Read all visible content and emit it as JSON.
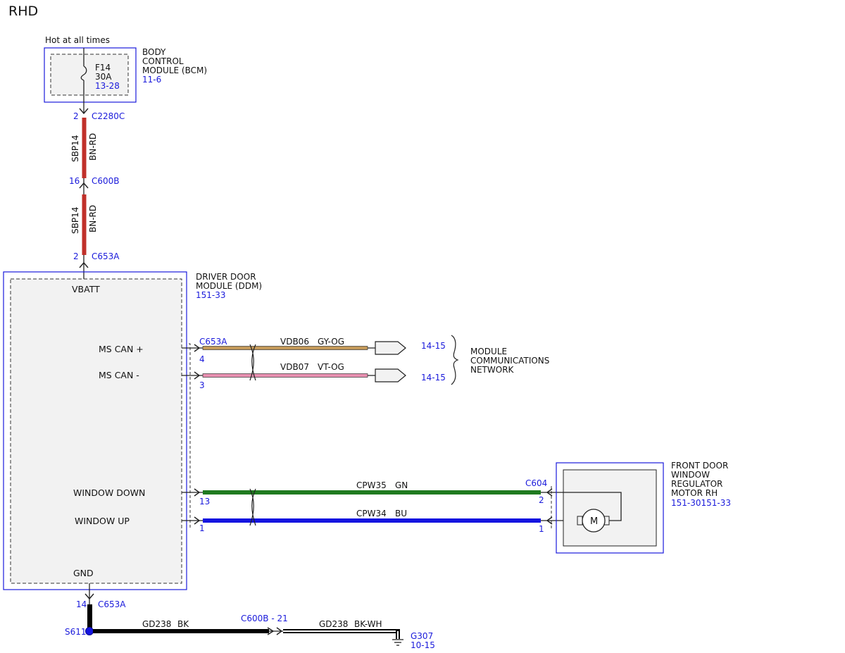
{
  "page": {
    "title": "RHD"
  },
  "colors": {
    "ref_blue": "#1a1adb",
    "bn_rd": "#c0302a",
    "gy_og": "#c49a5a",
    "vt_og": "#e88fb0",
    "gn": "#1f7a1f",
    "bu": "#1414e0",
    "bk": "#000000",
    "module_fill": "#f2f2f2"
  },
  "power": {
    "label": "Hot at all times"
  },
  "bcm": {
    "name_lines": [
      "BODY",
      "CONTROL",
      "MODULE (BCM)"
    ],
    "ref": "11-6",
    "fuse": {
      "id": "F14",
      "rating": "30A",
      "ref": "13-28"
    }
  },
  "connectors": {
    "c2280c": {
      "pin": "2",
      "name": "C2280C"
    },
    "c600b": {
      "pin": "16",
      "name": "C600B"
    },
    "c653a_top": {
      "pin": "2",
      "name": "C653A"
    },
    "c653a_can": {
      "name": "C653A"
    },
    "c653a_gnd": {
      "pin": "14",
      "name": "C653A"
    },
    "c604": {
      "name": "C604"
    },
    "c600b_gnd": {
      "name": "C600B - 21"
    }
  },
  "wires": {
    "upper": {
      "circuit": "SBP14",
      "color": "BN-RD"
    },
    "lower": {
      "circuit": "SBP14",
      "color": "BN-RD"
    },
    "can_plus": {
      "circuit": "VDB06",
      "color": "GY-OG",
      "pin": "4",
      "ref": "14-15"
    },
    "can_minus": {
      "circuit": "VDB07",
      "color": "VT-OG",
      "pin": "3",
      "ref": "14-15"
    },
    "win_down": {
      "circuit": "CPW35",
      "color": "GN",
      "pin_left": "13",
      "pin_right": "2"
    },
    "win_up": {
      "circuit": "CPW34",
      "color": "BU",
      "pin_left": "1",
      "pin_right": "1"
    },
    "gnd_a": {
      "circuit": "GD238",
      "color": "BK"
    },
    "gnd_b": {
      "circuit": "GD238",
      "color": "BK-WH"
    }
  },
  "ddm": {
    "name_lines": [
      "DRIVER DOOR",
      "MODULE (DDM)"
    ],
    "ref": "151-33",
    "pins": {
      "vbatt": "VBATT",
      "ms_can_plus": "MS CAN +",
      "ms_can_minus": "MS CAN -",
      "window_down": "WINDOW DOWN",
      "window_up": "WINDOW UP",
      "gnd": "GND"
    }
  },
  "network": {
    "label_lines": [
      "MODULE",
      "COMMUNICATIONS",
      "NETWORK"
    ]
  },
  "motor": {
    "name_lines": [
      "FRONT DOOR",
      "WINDOW",
      "REGULATOR",
      "MOTOR RH"
    ],
    "ref": "151-30151-33",
    "symbol": "M"
  },
  "splice": {
    "name": "S611"
  },
  "ground": {
    "name": "G307",
    "ref": "10-15"
  }
}
